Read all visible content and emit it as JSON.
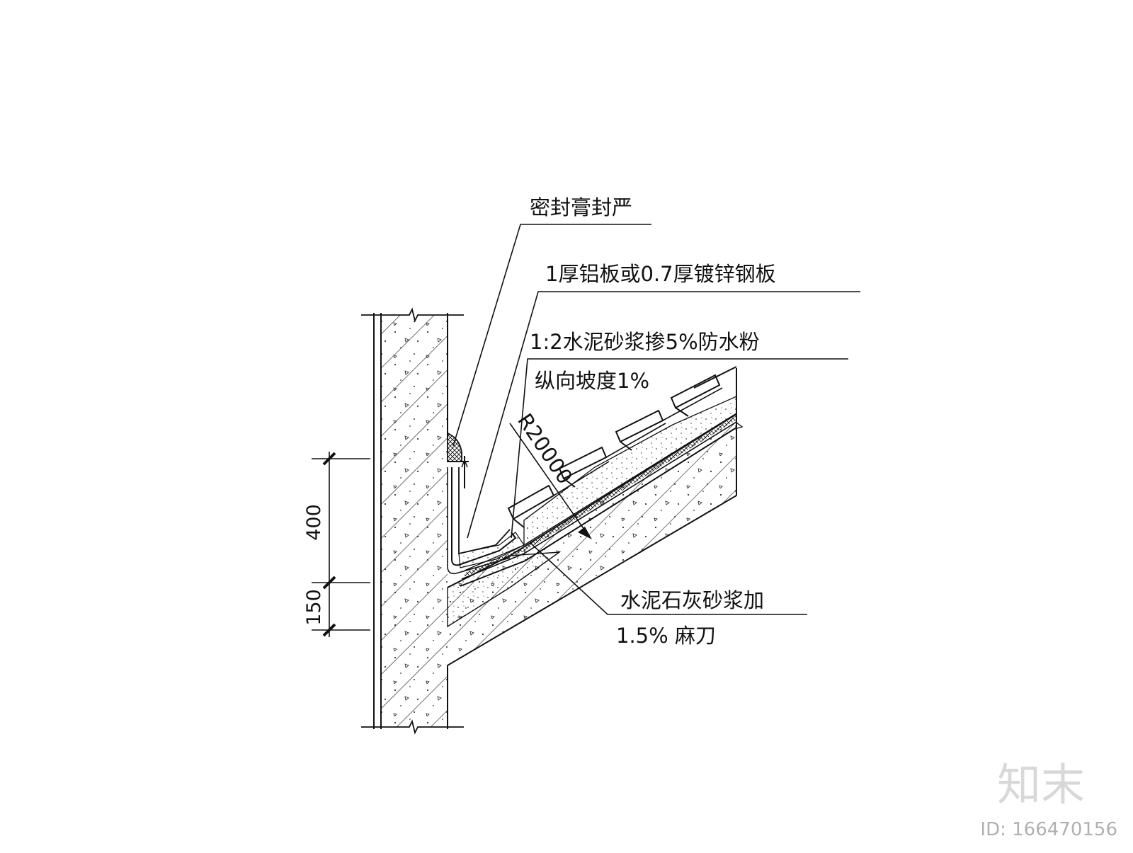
{
  "labels": {
    "sealant": "密封膏封严",
    "flashing": "1厚铝板或0.7厚镀锌钢板",
    "mortar": "1:2水泥砂浆掺5%防水粉",
    "slope": "纵向坡度1%",
    "radius": "R20000",
    "lime_line1": "水泥石灰砂浆加",
    "lime_line2": "1.5% 麻刀"
  },
  "dimensions": {
    "upper": "400",
    "lower": "150"
  },
  "watermark": {
    "logo": "知末",
    "id": "ID: 166470156"
  },
  "colors": {
    "line": "#111111",
    "watermark": "#d0d0d0"
  }
}
